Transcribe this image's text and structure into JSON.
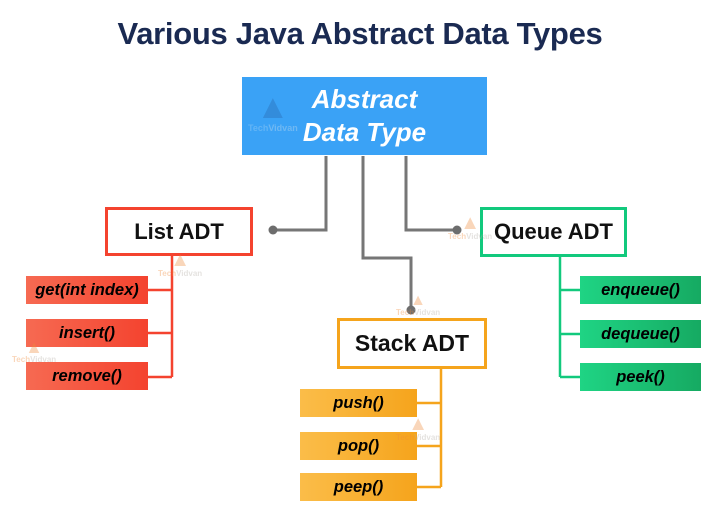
{
  "title": "Various Java Abstract Data Types",
  "root": {
    "line1": "Abstract",
    "line2": "Data Type"
  },
  "branches": [
    {
      "id": "list",
      "label": "List ADT",
      "children": [
        "get(int index)",
        "insert()",
        "remove()"
      ]
    },
    {
      "id": "stack",
      "label": "Stack ADT",
      "children": [
        "push()",
        "pop()",
        "peep()"
      ]
    },
    {
      "id": "queue",
      "label": "Queue ADT",
      "children": [
        "enqueue()",
        "dequeue()",
        "peek()"
      ]
    }
  ],
  "watermark": {
    "part1": "Tech",
    "part2": "Vidvan",
    "logo_glyph": "▲"
  },
  "colors": {
    "title": "#1a2a52",
    "blue": "#3aa2f6",
    "red": "#f4432f",
    "red_light": "#f66a52",
    "orange": "#f5a41c",
    "orange_light": "#fbbd49",
    "green": "#12c97d",
    "green_dark": "#16aa62",
    "green_light": "#1fd484",
    "gray_line": "#767676",
    "watermark_orange": "#f08c3c",
    "watermark_gray": "#b5aea6"
  }
}
